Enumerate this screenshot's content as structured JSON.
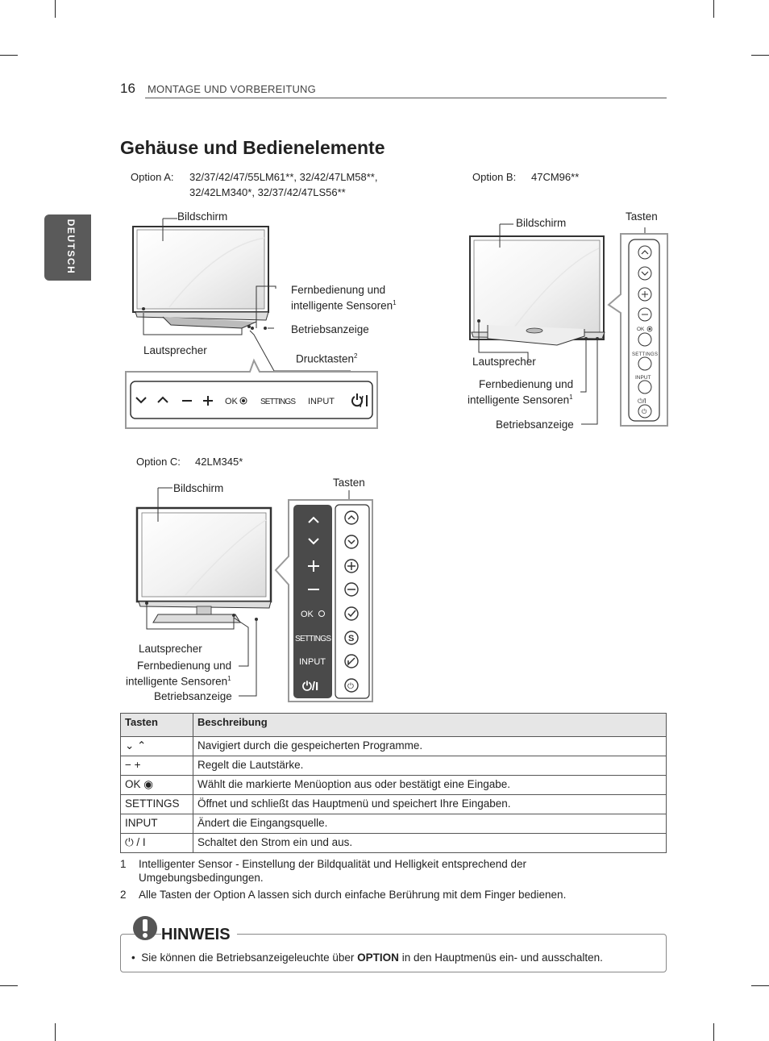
{
  "header": {
    "page_number": "16",
    "section": "MONTAGE UND VORBEREITUNG"
  },
  "side_tab": "DEUTSCH",
  "title": "Gehäuse und Bedienelemente",
  "option_a": {
    "label": "Option A:",
    "models_line1": "32/37/42/47/55LM61**, 32/42/47LM58**,",
    "models_line2": "32/42LM340*, 32/37/42/47LS56**",
    "screen": "Bildschirm",
    "remote_line1": "Fernbedienung und",
    "remote_line2": "intelligente Sensoren",
    "remote_sup": "1",
    "power_led": "Betriebsanzeige",
    "speaker": "Lautsprecher",
    "touch_keys": "Drucktasten",
    "touch_sup": "2",
    "btn_ok": "OK",
    "btn_settings": "SETTINGS",
    "btn_input": "INPUT"
  },
  "option_b": {
    "label": "Option B:",
    "model": "47CM96**",
    "screen": "Bildschirm",
    "keys": "Tasten",
    "speaker": "Lautsprecher",
    "remote_line1": "Fernbedienung und",
    "remote_line2": "intelligente Sensoren",
    "remote_sup": "1",
    "power_led": "Betriebsanzeige",
    "btn_ok": "OK",
    "btn_settings": "SETTINGS",
    "btn_input": "INPUT"
  },
  "option_c": {
    "label": "Option C:",
    "model": "42LM345*",
    "screen": "Bildschirm",
    "keys": "Tasten",
    "speaker": "Lautsprecher",
    "remote_line1": "Fernbedienung und",
    "remote_line2": "intelligente Sensoren",
    "remote_sup": "1",
    "power_led": "Betriebsanzeige",
    "btn_ok": "OK",
    "btn_settings": "SETTINGS",
    "btn_input": "INPUT"
  },
  "table": {
    "headers": [
      "Tasten",
      "Beschreibung"
    ],
    "rows": [
      {
        "key": "⌄ ⌃",
        "desc": "Navigiert durch die gespeicherten Programme."
      },
      {
        "key": "− +",
        "desc": "Regelt die Lautstärke."
      },
      {
        "key": "OK ◉",
        "desc": "Wählt die markierte Menüoption aus oder bestätigt eine Eingabe."
      },
      {
        "key": "SETTINGS",
        "desc": "Öffnet und schließt das Hauptmenü und speichert Ihre Eingaben."
      },
      {
        "key": "INPUT",
        "desc": "Ändert die Eingangsquelle."
      },
      {
        "key": "⏻ / I",
        "desc": "Schaltet den Strom ein und aus."
      }
    ]
  },
  "footnotes": [
    {
      "num": "1",
      "line1": "Intelligenter Sensor - Einstellung der Bildqualität und Helligkeit entsprechend der",
      "line2": "Umgebungsbedingungen."
    },
    {
      "num": "2",
      "line1": "Alle Tasten der Option A lassen sich durch einfache Berührung mit dem Finger bedienen.",
      "line2": ""
    }
  ],
  "note": {
    "title": "HINWEIS",
    "text_before": "Sie können die Betriebsanzeigeleuchte über ",
    "text_bold": "OPTION",
    "text_after": " in den Hauptmenüs ein- und ausschalten."
  }
}
